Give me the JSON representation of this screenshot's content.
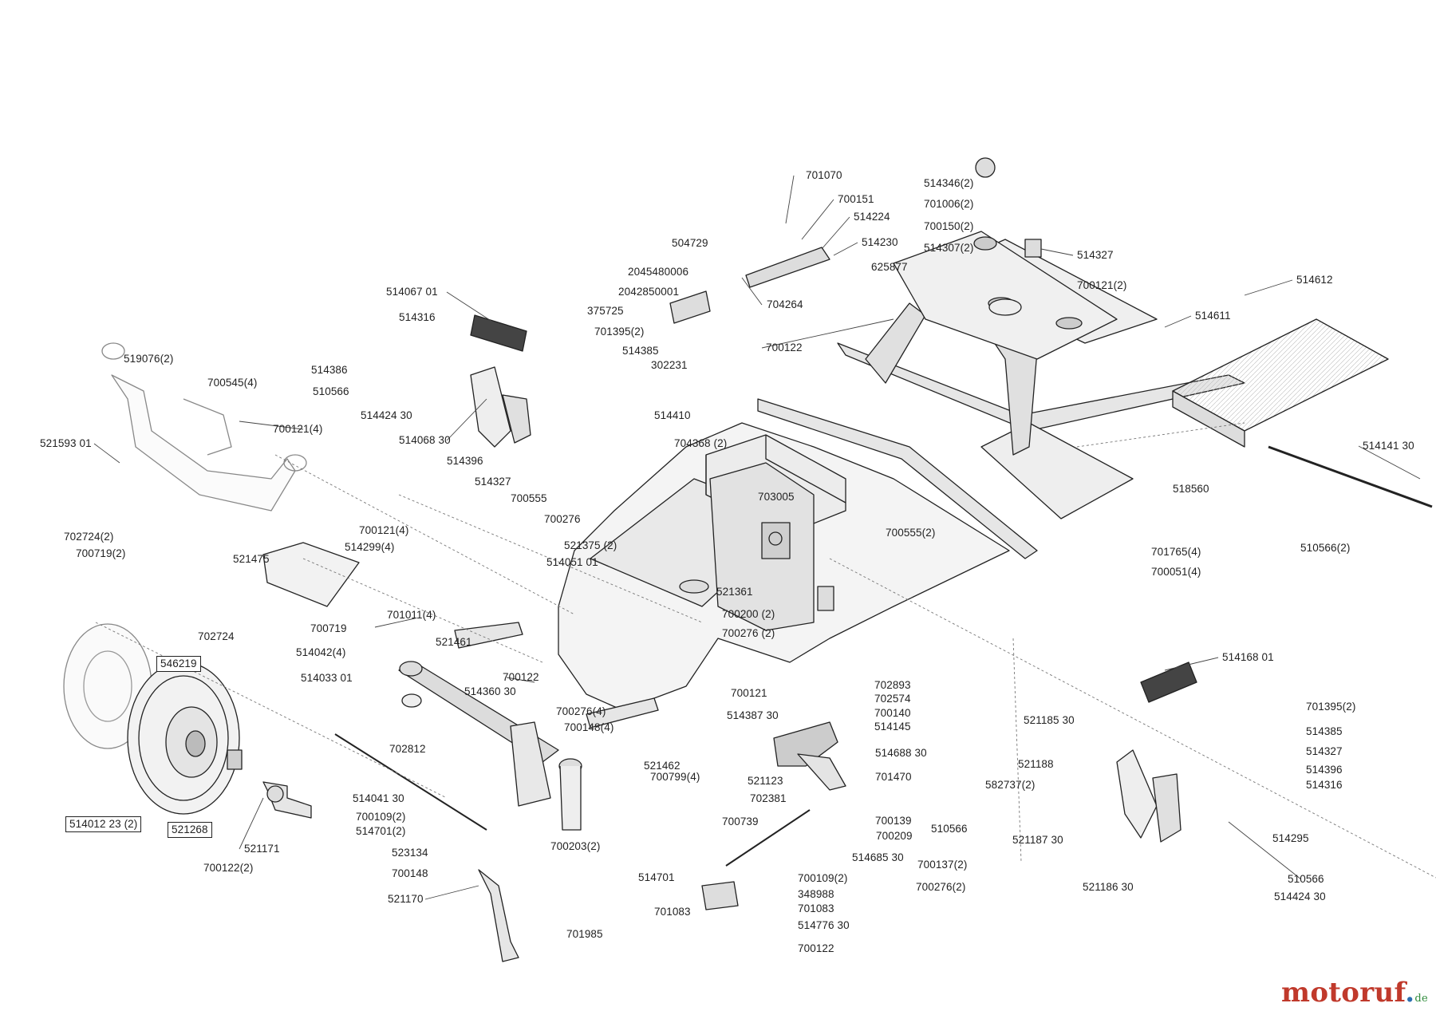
{
  "brand": {
    "main": "motoruf",
    "dot": ".",
    "suffix": "de"
  },
  "labels": [
    {
      "t": "701070"
    },
    {
      "t": "700151"
    },
    {
      "t": "514224"
    },
    {
      "t": "504729"
    },
    {
      "t": "514230"
    },
    {
      "t": "625877"
    },
    {
      "t": "2045480006"
    },
    {
      "t": "2042850001"
    },
    {
      "t": "375725"
    },
    {
      "t": "704264"
    },
    {
      "t": "514346(2)"
    },
    {
      "t": "701006(2)"
    },
    {
      "t": "700150(2)"
    },
    {
      "t": "514307(2)"
    },
    {
      "t": "514327"
    },
    {
      "t": "700121(2)"
    },
    {
      "t": "514612"
    },
    {
      "t": "514611"
    },
    {
      "t": "700122"
    },
    {
      "t": "514067 01"
    },
    {
      "t": "514316"
    },
    {
      "t": "514386"
    },
    {
      "t": "510566"
    },
    {
      "t": "514424 30"
    },
    {
      "t": "514068 30"
    },
    {
      "t": "514396"
    },
    {
      "t": "514327"
    },
    {
      "t": "701395(2)"
    },
    {
      "t": "514385"
    },
    {
      "t": "302231"
    },
    {
      "t": "514410"
    },
    {
      "t": "519076(2)"
    },
    {
      "t": "700545(4)"
    },
    {
      "t": "700121(4)"
    },
    {
      "t": "521593 01"
    },
    {
      "t": "704368 (2)"
    },
    {
      "t": "700555"
    },
    {
      "t": "700276"
    },
    {
      "t": "703005"
    },
    {
      "t": "514141 30"
    },
    {
      "t": "518560"
    },
    {
      "t": "700555(2)"
    },
    {
      "t": "701765(4)"
    },
    {
      "t": "700051(4)"
    },
    {
      "t": "510566(2)"
    },
    {
      "t": "521375 (2)"
    },
    {
      "t": "514051 01"
    },
    {
      "t": "521361"
    },
    {
      "t": "700200 (2)"
    },
    {
      "t": "700276 (2)"
    },
    {
      "t": "702724(2)"
    },
    {
      "t": "700719(2)"
    },
    {
      "t": "521475"
    },
    {
      "t": "700121(4)"
    },
    {
      "t": "514299(4)"
    },
    {
      "t": "701011(4)"
    },
    {
      "t": "700719"
    },
    {
      "t": "702724"
    },
    {
      "t": "514042(4)"
    },
    {
      "t": "521461"
    },
    {
      "t": "546219",
      "boxed": true
    },
    {
      "t": "514033 01"
    },
    {
      "t": "700122"
    },
    {
      "t": "514360 30"
    },
    {
      "t": "700276(4)"
    },
    {
      "t": "700148(4)"
    },
    {
      "t": "702812"
    },
    {
      "t": "521462"
    },
    {
      "t": "700799(4)"
    },
    {
      "t": "514012 23 (2)",
      "boxed": true
    },
    {
      "t": "521268",
      "boxed": true
    },
    {
      "t": "521171"
    },
    {
      "t": "700122(2)"
    },
    {
      "t": "514041 30"
    },
    {
      "t": "700109(2)"
    },
    {
      "t": "514701(2)"
    },
    {
      "t": "523134"
    },
    {
      "t": "700148"
    },
    {
      "t": "521170"
    },
    {
      "t": "700203(2)"
    },
    {
      "t": "702893"
    },
    {
      "t": "702574"
    },
    {
      "t": "700121"
    },
    {
      "t": "700140"
    },
    {
      "t": "514387 30"
    },
    {
      "t": "514145"
    },
    {
      "t": "514688 30"
    },
    {
      "t": "521123"
    },
    {
      "t": "701470"
    },
    {
      "t": "702381"
    },
    {
      "t": "700739"
    },
    {
      "t": "700139"
    },
    {
      "t": "700209"
    },
    {
      "t": "514685 30"
    },
    {
      "t": "514701"
    },
    {
      "t": "700109(2)"
    },
    {
      "t": "348988"
    },
    {
      "t": "701083"
    },
    {
      "t": "701083"
    },
    {
      "t": "514776 30"
    },
    {
      "t": "701985"
    },
    {
      "t": "700122"
    },
    {
      "t": "514168 01"
    },
    {
      "t": "701395(2)"
    },
    {
      "t": "521185 30"
    },
    {
      "t": "514385"
    },
    {
      "t": "514327"
    },
    {
      "t": "514396"
    },
    {
      "t": "514316"
    },
    {
      "t": "521188"
    },
    {
      "t": "582737(2)"
    },
    {
      "t": "510566"
    },
    {
      "t": "521187 30"
    },
    {
      "t": "700137(2)"
    },
    {
      "t": "700276(2)"
    },
    {
      "t": "521186 30"
    },
    {
      "t": "514295"
    },
    {
      "t": "510566"
    },
    {
      "t": "514424 30"
    }
  ]
}
